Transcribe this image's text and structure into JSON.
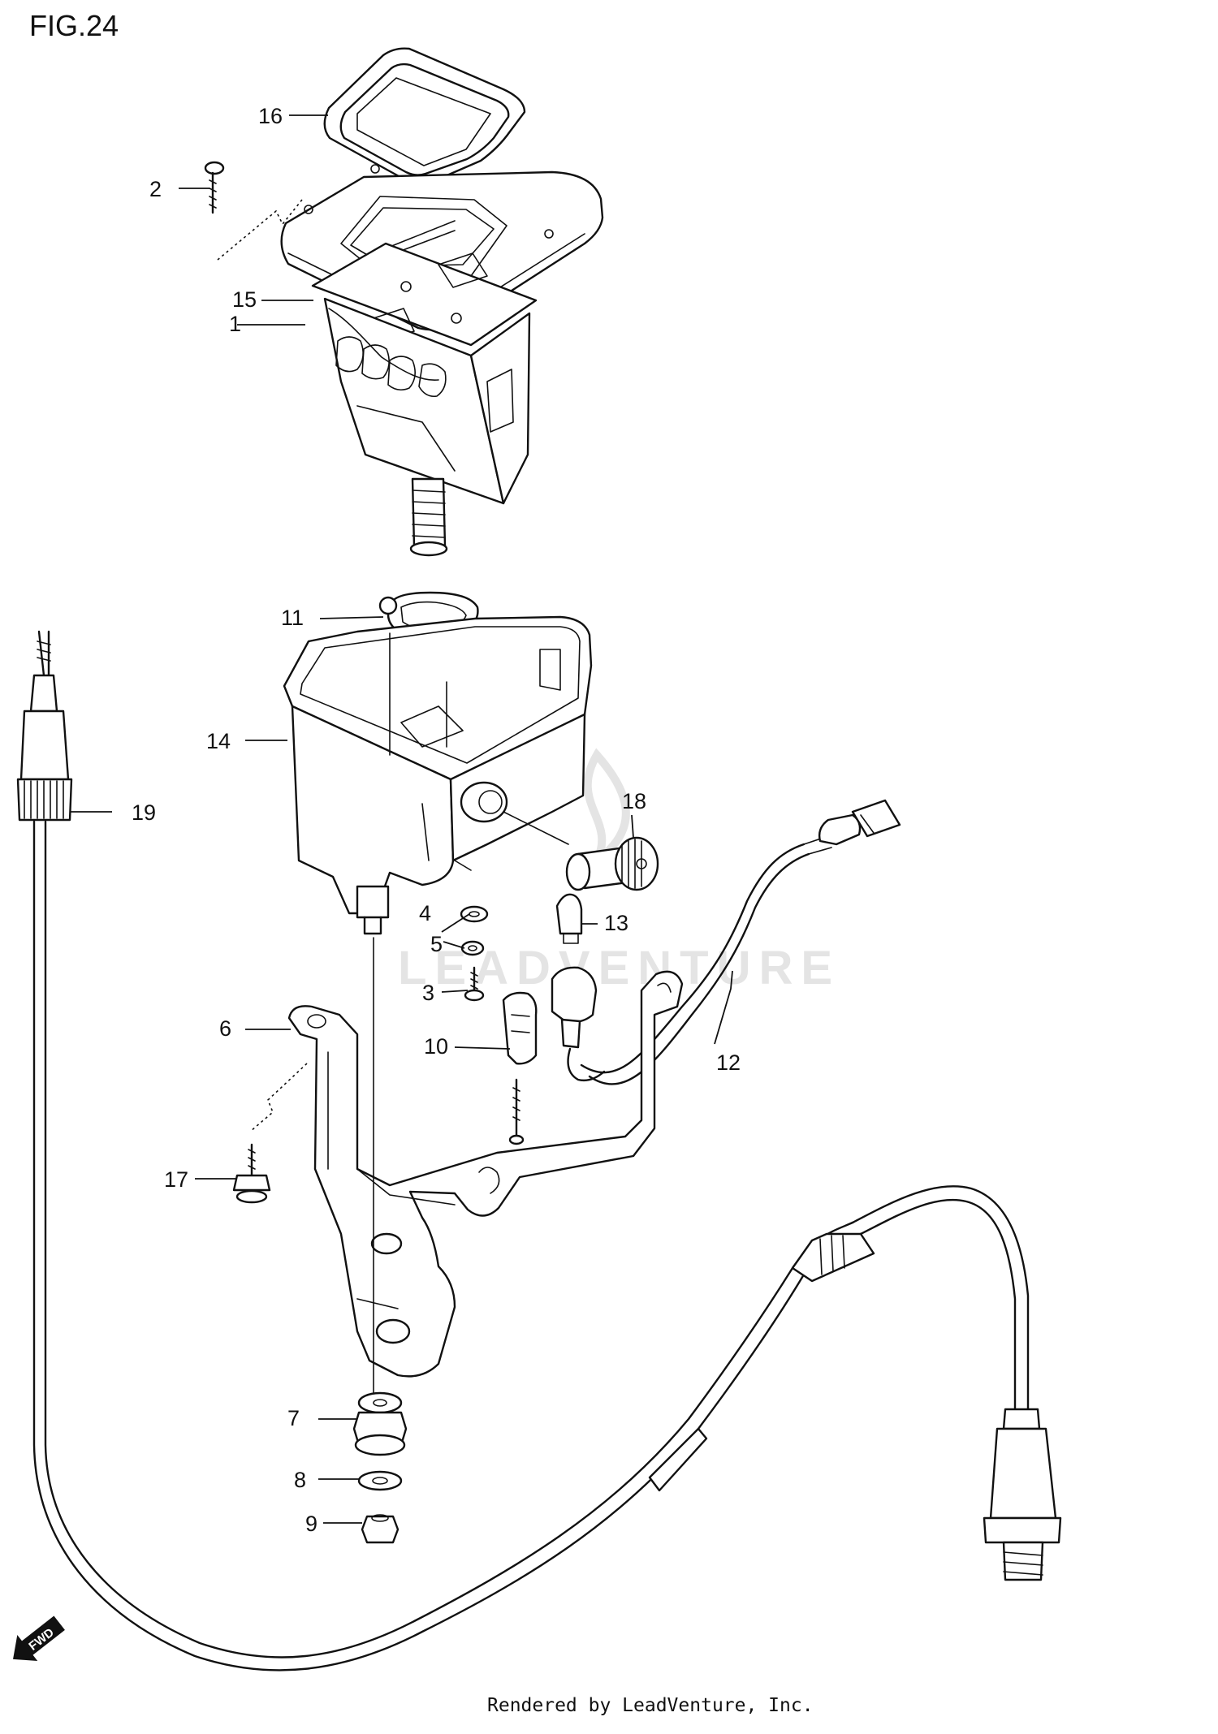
{
  "figure": {
    "title": "FIG.24"
  },
  "watermark": {
    "text": "LEADVENTURE"
  },
  "footer": {
    "text": "Rendered by LeadVenture, Inc."
  },
  "fwd_arrow": {
    "label": "FWD"
  },
  "callouts": [
    {
      "id": "1",
      "label": "1"
    },
    {
      "id": "2",
      "label": "2"
    },
    {
      "id": "3",
      "label": "3"
    },
    {
      "id": "4",
      "label": "4"
    },
    {
      "id": "5",
      "label": "5"
    },
    {
      "id": "6",
      "label": "6"
    },
    {
      "id": "7",
      "label": "7"
    },
    {
      "id": "8",
      "label": "8"
    },
    {
      "id": "9",
      "label": "9"
    },
    {
      "id": "10",
      "label": "10"
    },
    {
      "id": "11",
      "label": "11"
    },
    {
      "id": "12",
      "label": "12"
    },
    {
      "id": "13",
      "label": "13"
    },
    {
      "id": "14",
      "label": "14"
    },
    {
      "id": "15",
      "label": "15"
    },
    {
      "id": "16",
      "label": "16"
    },
    {
      "id": "17",
      "label": "17"
    },
    {
      "id": "18",
      "label": "18"
    },
    {
      "id": "19",
      "label": "19"
    }
  ]
}
